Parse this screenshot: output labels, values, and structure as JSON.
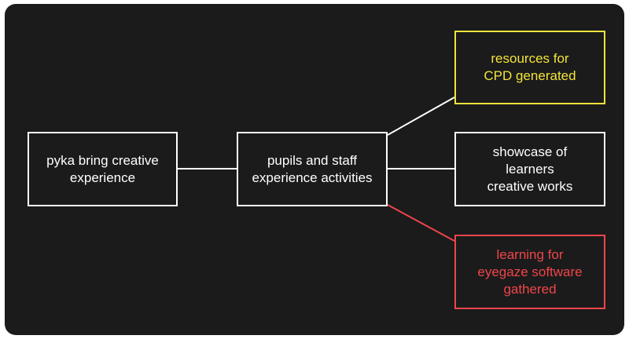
{
  "colors": {
    "background": "#1b1b1b",
    "default": "#ffffff",
    "yellow": "#f2e33b",
    "red": "#f0454a"
  },
  "nodes": {
    "source": {
      "text": "pyka bring creative\nexperience",
      "color": "#ffffff"
    },
    "activity": {
      "text": "pupils and staff\nexperience activities",
      "color": "#ffffff"
    },
    "resources": {
      "text": "resources for\nCPD generated",
      "color": "#f2e33b"
    },
    "showcase": {
      "text": "showcase of\nlearners\ncreative works",
      "color": "#ffffff"
    },
    "learning": {
      "text": "learning for\neyegaze software\ngathered",
      "color": "#f0454a"
    }
  },
  "edges": [
    {
      "from": "source",
      "to": "activity",
      "color": "#ffffff"
    },
    {
      "from": "activity",
      "to": "resources",
      "color": "#ffffff"
    },
    {
      "from": "activity",
      "to": "showcase",
      "color": "#ffffff"
    },
    {
      "from": "activity",
      "to": "learning",
      "color": "#f0454a"
    }
  ]
}
